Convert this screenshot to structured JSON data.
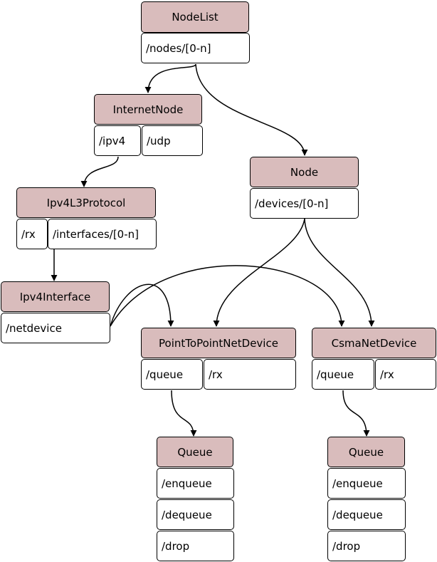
{
  "nodes": {
    "nodelist": {
      "title": "NodeList",
      "fields": [
        "/nodes/[0-n]"
      ]
    },
    "internetnode": {
      "title": "InternetNode",
      "fields": [
        "/ipv4",
        "/udp"
      ]
    },
    "node": {
      "title": "Node",
      "fields": [
        "/devices/[0-n]"
      ]
    },
    "ipv4l3": {
      "title": "Ipv4L3Protocol",
      "fields": [
        "/rx",
        "/interfaces/[0-n]"
      ]
    },
    "ipv4if": {
      "title": "Ipv4Interface",
      "fields": [
        "/netdevice"
      ]
    },
    "p2p": {
      "title": "PointToPointNetDevice",
      "fields": [
        "/queue",
        "/rx"
      ]
    },
    "csma": {
      "title": "CsmaNetDevice",
      "fields": [
        "/queue",
        "/rx"
      ]
    },
    "queue1": {
      "title": "Queue",
      "fields": [
        "/enqueue",
        "/dequeue",
        "/drop"
      ]
    },
    "queue2": {
      "title": "Queue",
      "fields": [
        "/enqueue",
        "/dequeue",
        "/drop"
      ]
    }
  },
  "colors": {
    "header_fill": "#d9bcbc",
    "field_fill": "#ffffff",
    "stroke": "#000000"
  }
}
